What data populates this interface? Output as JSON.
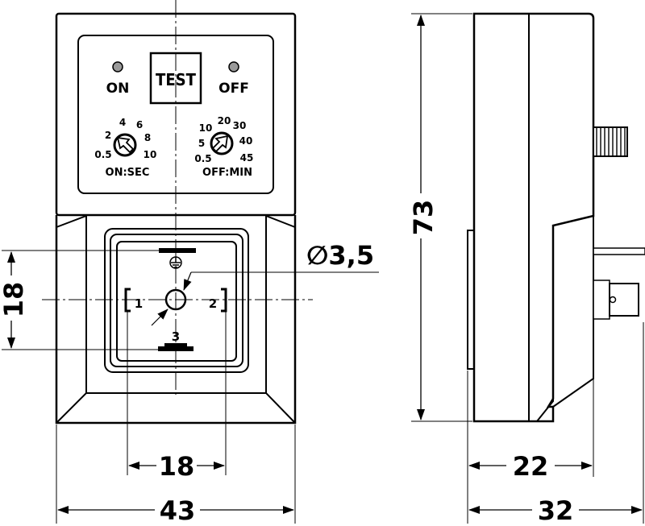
{
  "front": {
    "led_on_label": "ON",
    "led_off_label": "OFF",
    "test_label": "TEST",
    "dial_on": {
      "ticks": [
        "0.5",
        "2",
        "4",
        "6",
        "8",
        "10"
      ],
      "caption": "ON:SEC"
    },
    "dial_off": {
      "ticks": [
        "0.5",
        "5",
        "10",
        "20",
        "30",
        "40",
        "45"
      ],
      "caption": "OFF:MIN"
    },
    "pin_1": "1",
    "pin_2": "2",
    "pin_3": "3"
  },
  "dimensions": {
    "pin_spacing_vertical": "18",
    "pin_spacing_horizontal": "18",
    "hole_diameter": "∅3,5",
    "front_width": "43",
    "height": "73",
    "side_depth_body": "22",
    "side_depth_total": "32"
  },
  "colors": {
    "body_fill": "#ffffff",
    "stroke": "#000000",
    "led": "#9a9a9a"
  }
}
